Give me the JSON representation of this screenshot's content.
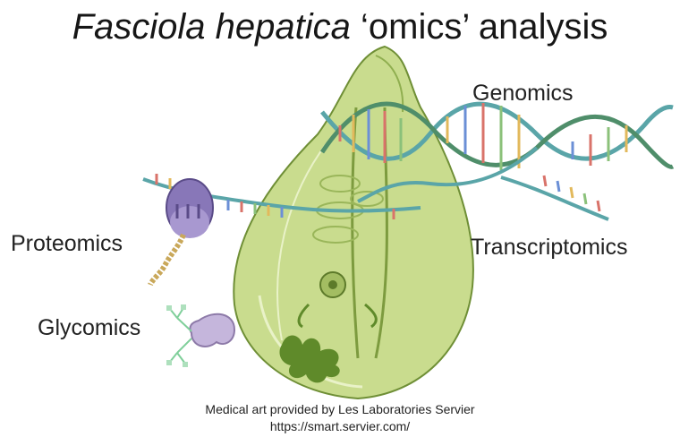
{
  "title": {
    "species": "Fasciola hepatica",
    "rest": " ‘omics’ analysis"
  },
  "labels": {
    "genomics": "Genomics",
    "transcriptomics": "Transcriptomics",
    "proteomics": "Proteomics",
    "glycomics": "Glycomics"
  },
  "credit": {
    "line1": "Medical art provided by Les Laboratories Servier",
    "line2": "https://smart.servier.com/"
  }
}
